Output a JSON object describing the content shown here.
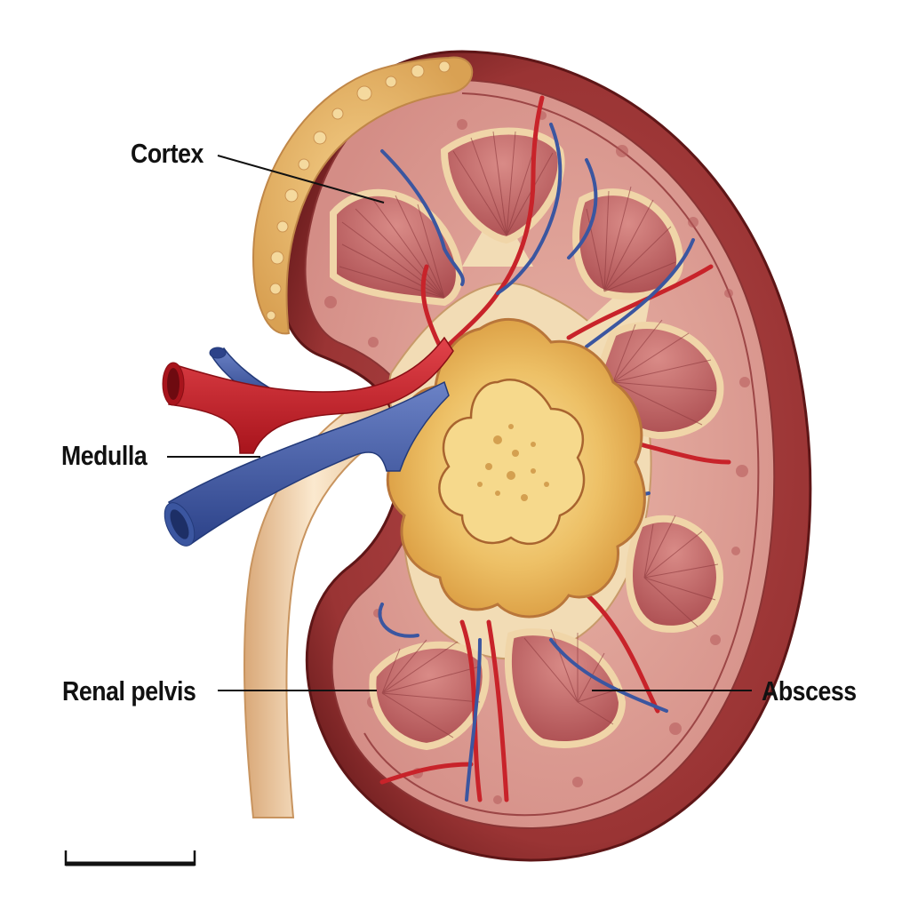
{
  "figure": {
    "subject": "Kidney cross-section with renal abscess",
    "colors": {
      "capsule": "#8e2a2a",
      "cortex": "#d9928c",
      "pyramid": "#b5595a",
      "pelvis_tissue": "#f1d9b0",
      "abscess": "#e7b04f",
      "adrenal_fat": "#e3b264",
      "artery": "#c8232a",
      "vein": "#3b56a0",
      "ureter": "#efcfa0"
    }
  },
  "labels": [
    {
      "id": "cortex",
      "text": "Cortex",
      "side": "left"
    },
    {
      "id": "medulla",
      "text": "Medulla",
      "side": "left"
    },
    {
      "id": "renal_pelvis",
      "text": "Renal pelvis",
      "side": "left"
    },
    {
      "id": "abscess",
      "text": "Abscess",
      "side": "right"
    }
  ],
  "scale_bar": {
    "visible": true
  }
}
